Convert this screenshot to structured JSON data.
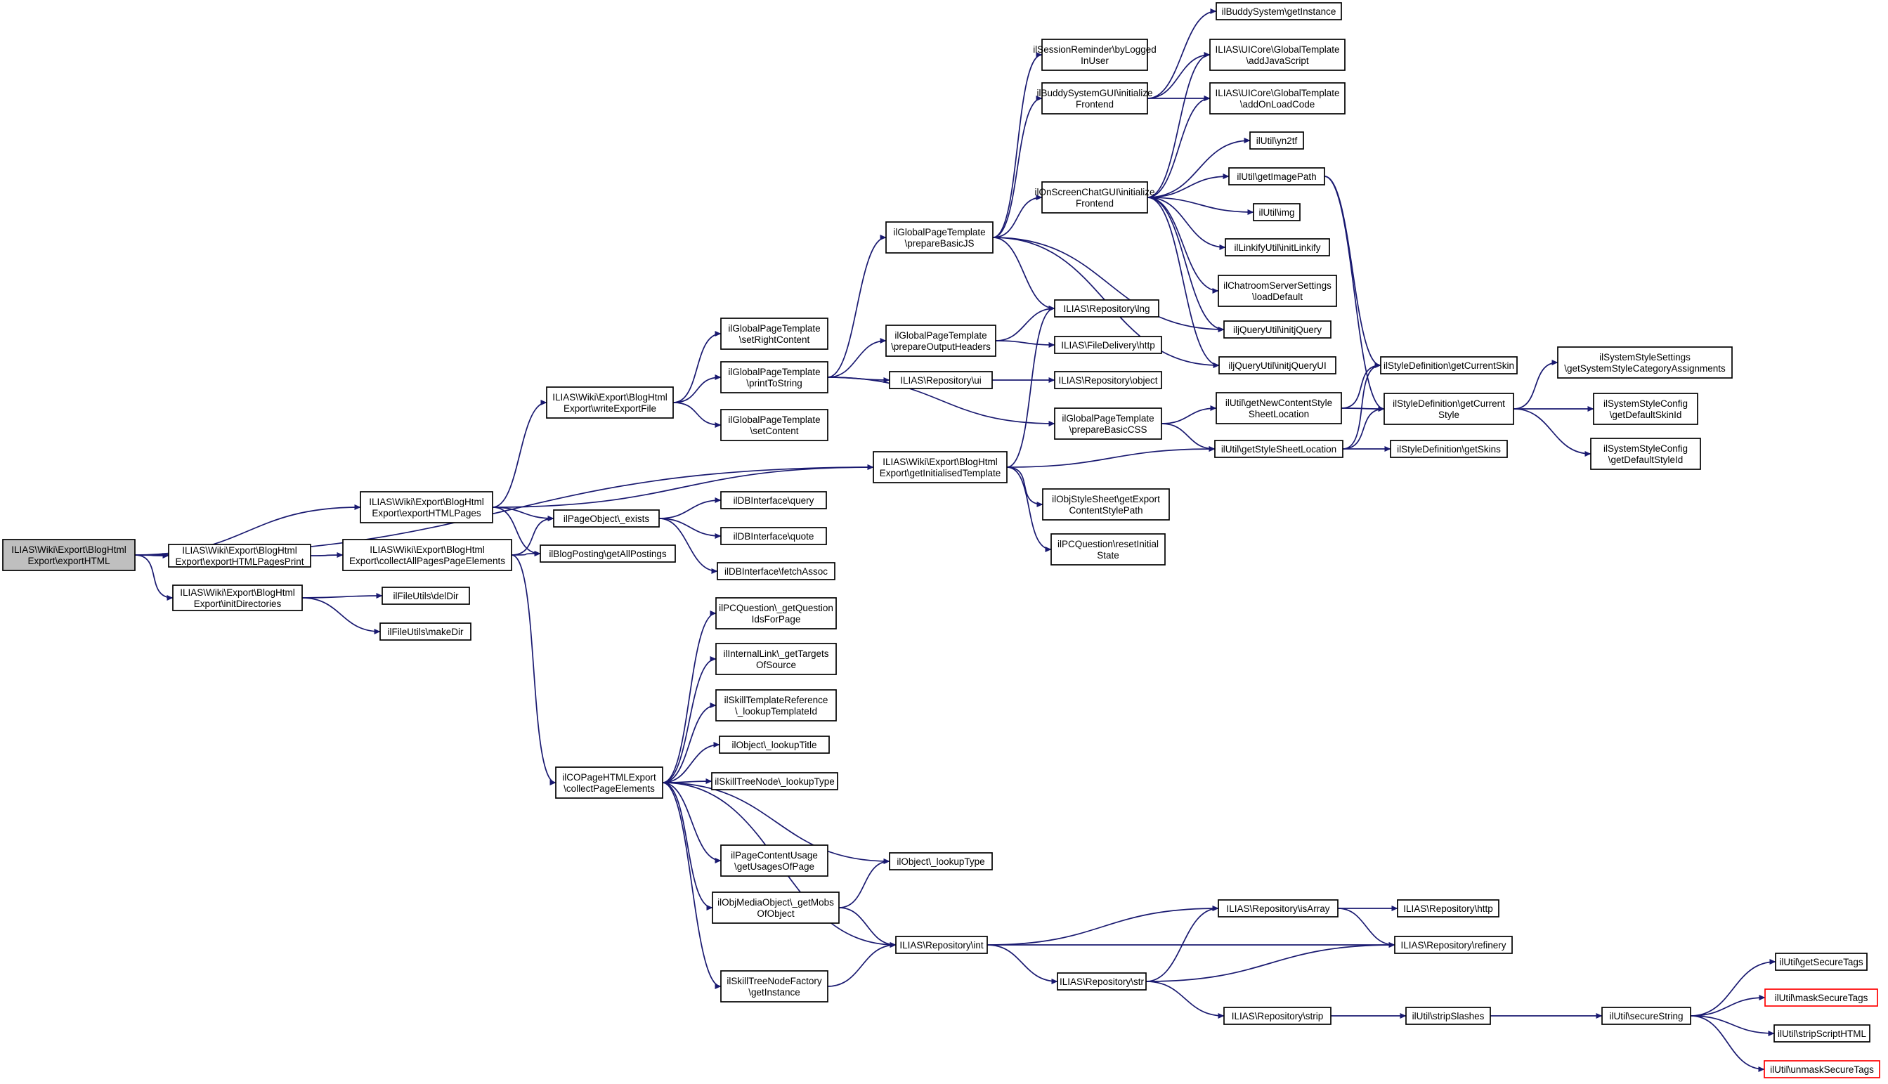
{
  "diagram": {
    "nodes": [
      {
        "id": "n0",
        "lines": [
          "ILIAS\\Wiki\\Export\\BlogHtml",
          "Export\\exportHTML"
        ],
        "style": "root"
      },
      {
        "id": "n1",
        "lines": [
          "ILIAS\\Wiki\\Export\\BlogHtml",
          "Export\\exportHTMLPages"
        ],
        "style": "normal"
      },
      {
        "id": "n2",
        "lines": [
          "ILIAS\\Wiki\\Export\\BlogHtml",
          "Export\\exportHTMLPagesPrint"
        ],
        "style": "normal"
      },
      {
        "id": "n3",
        "lines": [
          "ILIAS\\Wiki\\Export\\BlogHtml",
          "Export\\initDirectories"
        ],
        "style": "normal"
      },
      {
        "id": "n4",
        "lines": [
          "ILIAS\\Wiki\\Export\\BlogHtml",
          "Export\\collectAllPagesPageElements"
        ],
        "style": "normal"
      },
      {
        "id": "n5",
        "lines": [
          "ILIAS\\Wiki\\Export\\BlogHtml",
          "Export\\writeExportFile"
        ],
        "style": "normal"
      },
      {
        "id": "n6",
        "lines": [
          "ilFileUtils\\delDir"
        ],
        "style": "normal"
      },
      {
        "id": "n7",
        "lines": [
          "ilFileUtils\\makeDir"
        ],
        "style": "normal"
      },
      {
        "id": "n8",
        "lines": [
          "ilPageObject\\_exists"
        ],
        "style": "normal"
      },
      {
        "id": "n9",
        "lines": [
          "ilBlogPosting\\getAllPostings"
        ],
        "style": "normal"
      },
      {
        "id": "n10",
        "lines": [
          "ilCOPageHTMLExport",
          "\\collectPageElements"
        ],
        "style": "normal"
      },
      {
        "id": "n11",
        "lines": [
          "ilGlobalPageTemplate",
          "\\setRightContent"
        ],
        "style": "normal"
      },
      {
        "id": "n12",
        "lines": [
          "ilGlobalPageTemplate",
          "\\printToString"
        ],
        "style": "normal"
      },
      {
        "id": "n13",
        "lines": [
          "ilGlobalPageTemplate",
          "\\setContent"
        ],
        "style": "normal"
      },
      {
        "id": "n14",
        "lines": [
          "ilDBInterface\\query"
        ],
        "style": "normal"
      },
      {
        "id": "n15",
        "lines": [
          "ilDBInterface\\quote"
        ],
        "style": "normal"
      },
      {
        "id": "n16",
        "lines": [
          "ilDBInterface\\fetchAssoc"
        ],
        "style": "normal"
      },
      {
        "id": "n17",
        "lines": [
          "ilPCQuestion\\_getQuestion",
          "IdsForPage"
        ],
        "style": "normal"
      },
      {
        "id": "n18",
        "lines": [
          "ilInternalLink\\_getTargets",
          "OfSource"
        ],
        "style": "normal"
      },
      {
        "id": "n19",
        "lines": [
          "ilSkillTemplateReference",
          "\\_lookupTemplateId"
        ],
        "style": "normal"
      },
      {
        "id": "n20",
        "lines": [
          "ilObject\\_lookupTitle"
        ],
        "style": "normal"
      },
      {
        "id": "n21",
        "lines": [
          "ilSkillTreeNode\\_lookupType"
        ],
        "style": "normal"
      },
      {
        "id": "n22",
        "lines": [
          "ilPageContentUsage",
          "\\getUsagesOfPage"
        ],
        "style": "normal"
      },
      {
        "id": "n23",
        "lines": [
          "ilObjMediaObject\\_getMobs",
          "OfObject"
        ],
        "style": "normal"
      },
      {
        "id": "n24",
        "lines": [
          "ilSkillTreeNodeFactory",
          "\\getInstance"
        ],
        "style": "normal"
      },
      {
        "id": "n25",
        "lines": [
          "ilGlobalPageTemplate",
          "\\prepareBasicJS"
        ],
        "style": "normal"
      },
      {
        "id": "n26",
        "lines": [
          "ilGlobalPageTemplate",
          "\\prepareOutputHeaders"
        ],
        "style": "normal"
      },
      {
        "id": "n27",
        "lines": [
          "ILIAS\\Repository\\ui"
        ],
        "style": "normal"
      },
      {
        "id": "n28",
        "lines": [
          "ILIAS\\Wiki\\Export\\BlogHtml",
          "Export\\getInitialisedTemplate"
        ],
        "style": "normal"
      },
      {
        "id": "n29",
        "lines": [
          "ilObject\\_lookupType"
        ],
        "style": "normal"
      },
      {
        "id": "n30",
        "lines": [
          "ILIAS\\Repository\\int"
        ],
        "style": "normal"
      },
      {
        "id": "n31",
        "lines": [
          "ilSessionReminder\\byLogged",
          "InUser"
        ],
        "style": "normal"
      },
      {
        "id": "n32",
        "lines": [
          "ilBuddySystemGUI\\initialize",
          "Frontend"
        ],
        "style": "normal"
      },
      {
        "id": "n33",
        "lines": [
          "ilOnScreenChatGUI\\initialize",
          "Frontend"
        ],
        "style": "normal"
      },
      {
        "id": "n34",
        "lines": [
          "ILIAS\\Repository\\lng"
        ],
        "style": "normal"
      },
      {
        "id": "n35",
        "lines": [
          "ILIAS\\FileDelivery\\http"
        ],
        "style": "normal"
      },
      {
        "id": "n36",
        "lines": [
          "ILIAS\\Repository\\object"
        ],
        "style": "normal"
      },
      {
        "id": "n37",
        "lines": [
          "ilGlobalPageTemplate",
          "\\prepareBasicCSS"
        ],
        "style": "normal"
      },
      {
        "id": "n38",
        "lines": [
          "ilObjStyleSheet\\getExport",
          "ContentStylePath"
        ],
        "style": "normal"
      },
      {
        "id": "n39",
        "lines": [
          "ilPCQuestion\\resetInitial",
          "State"
        ],
        "style": "normal"
      },
      {
        "id": "n40",
        "lines": [
          "ILIAS\\Repository\\str"
        ],
        "style": "normal"
      },
      {
        "id": "n41",
        "lines": [
          "ilBuddySystem\\getInstance"
        ],
        "style": "normal"
      },
      {
        "id": "n42",
        "lines": [
          "ILIAS\\UICore\\GlobalTemplate",
          "\\addJavaScript"
        ],
        "style": "normal"
      },
      {
        "id": "n43",
        "lines": [
          "ILIAS\\UICore\\GlobalTemplate",
          "\\addOnLoadCode"
        ],
        "style": "normal"
      },
      {
        "id": "n44",
        "lines": [
          "ilUtil\\yn2tf"
        ],
        "style": "normal"
      },
      {
        "id": "n45",
        "lines": [
          "ilUtil\\getImagePath"
        ],
        "style": "normal"
      },
      {
        "id": "n46",
        "lines": [
          "ilUtil\\img"
        ],
        "style": "normal"
      },
      {
        "id": "n47",
        "lines": [
          "ilLinkifyUtil\\initLinkify"
        ],
        "style": "normal"
      },
      {
        "id": "n48",
        "lines": [
          "ilChatroomServerSettings",
          "\\loadDefault"
        ],
        "style": "normal"
      },
      {
        "id": "n49",
        "lines": [
          "iljQueryUtil\\initjQuery"
        ],
        "style": "normal"
      },
      {
        "id": "n50",
        "lines": [
          "iljQueryUtil\\initjQueryUI"
        ],
        "style": "normal"
      },
      {
        "id": "n51",
        "lines": [
          "ilUtil\\getNewContentStyle",
          "SheetLocation"
        ],
        "style": "normal"
      },
      {
        "id": "n52",
        "lines": [
          "ilUtil\\getStyleSheetLocation"
        ],
        "style": "normal"
      },
      {
        "id": "n53",
        "lines": [
          "ILIAS\\Repository\\isArray"
        ],
        "style": "normal"
      },
      {
        "id": "n54",
        "lines": [
          "ILIAS\\Repository\\strip"
        ],
        "style": "normal"
      },
      {
        "id": "n55",
        "lines": [
          "ilStyleDefinition\\getCurrentSkin"
        ],
        "style": "normal"
      },
      {
        "id": "n56",
        "lines": [
          "ilStyleDefinition\\getCurrent",
          "Style"
        ],
        "style": "normal"
      },
      {
        "id": "n57",
        "lines": [
          "ilStyleDefinition\\getSkins"
        ],
        "style": "normal"
      },
      {
        "id": "n58",
        "lines": [
          "ILIAS\\Repository\\http"
        ],
        "style": "normal"
      },
      {
        "id": "n59",
        "lines": [
          "ILIAS\\Repository\\refinery"
        ],
        "style": "normal"
      },
      {
        "id": "n60",
        "lines": [
          "ilUtil\\stripSlashes"
        ],
        "style": "normal"
      },
      {
        "id": "n61",
        "lines": [
          "ilSystemStyleSettings",
          "\\getSystemStyleCategoryAssignments"
        ],
        "style": "normal"
      },
      {
        "id": "n62",
        "lines": [
          "ilSystemStyleConfig",
          "\\getDefaultSkinId"
        ],
        "style": "normal"
      },
      {
        "id": "n63",
        "lines": [
          "ilSystemStyleConfig",
          "\\getDefaultStyleId"
        ],
        "style": "normal"
      },
      {
        "id": "n64",
        "lines": [
          "ilUtil\\secureString"
        ],
        "style": "normal"
      },
      {
        "id": "n65",
        "lines": [
          "ilUtil\\getSecureTags"
        ],
        "style": "normal"
      },
      {
        "id": "n66",
        "lines": [
          "ilUtil\\maskSecureTags"
        ],
        "style": "truncated"
      },
      {
        "id": "n67",
        "lines": [
          "ilUtil\\stripScriptHTML"
        ],
        "style": "normal"
      },
      {
        "id": "n68",
        "lines": [
          "ilUtil\\unmaskSecureTags"
        ],
        "style": "truncated"
      }
    ],
    "edges": [
      [
        "n0",
        "n1"
      ],
      [
        "n0",
        "n2"
      ],
      [
        "n0",
        "n3"
      ],
      [
        "n0",
        "n28"
      ],
      [
        "n1",
        "n5"
      ],
      [
        "n1",
        "n28"
      ],
      [
        "n1",
        "n8"
      ],
      [
        "n1",
        "n9"
      ],
      [
        "n2",
        "n4"
      ],
      [
        "n3",
        "n6"
      ],
      [
        "n3",
        "n7"
      ],
      [
        "n4",
        "n8"
      ],
      [
        "n4",
        "n9"
      ],
      [
        "n4",
        "n10"
      ],
      [
        "n5",
        "n11"
      ],
      [
        "n5",
        "n12"
      ],
      [
        "n5",
        "n13"
      ],
      [
        "n8",
        "n14"
      ],
      [
        "n8",
        "n15"
      ],
      [
        "n8",
        "n16"
      ],
      [
        "n10",
        "n17"
      ],
      [
        "n10",
        "n18"
      ],
      [
        "n10",
        "n19"
      ],
      [
        "n10",
        "n20"
      ],
      [
        "n10",
        "n21"
      ],
      [
        "n10",
        "n22"
      ],
      [
        "n10",
        "n23"
      ],
      [
        "n10",
        "n24"
      ],
      [
        "n10",
        "n29"
      ],
      [
        "n10",
        "n30"
      ],
      [
        "n12",
        "n25"
      ],
      [
        "n12",
        "n26"
      ],
      [
        "n12",
        "n27"
      ],
      [
        "n12",
        "n37"
      ],
      [
        "n23",
        "n29"
      ],
      [
        "n23",
        "n30"
      ],
      [
        "n24",
        "n30"
      ],
      [
        "n25",
        "n31"
      ],
      [
        "n25",
        "n32"
      ],
      [
        "n25",
        "n33"
      ],
      [
        "n25",
        "n34"
      ],
      [
        "n25",
        "n49"
      ],
      [
        "n25",
        "n50"
      ],
      [
        "n26",
        "n34"
      ],
      [
        "n26",
        "n35"
      ],
      [
        "n27",
        "n36"
      ],
      [
        "n28",
        "n34"
      ],
      [
        "n28",
        "n52"
      ],
      [
        "n28",
        "n38"
      ],
      [
        "n28",
        "n39"
      ],
      [
        "n30",
        "n53"
      ],
      [
        "n30",
        "n40"
      ],
      [
        "n30",
        "n59"
      ],
      [
        "n32",
        "n41"
      ],
      [
        "n32",
        "n42"
      ],
      [
        "n32",
        "n43"
      ],
      [
        "n33",
        "n42"
      ],
      [
        "n33",
        "n43"
      ],
      [
        "n33",
        "n44"
      ],
      [
        "n33",
        "n45"
      ],
      [
        "n33",
        "n46"
      ],
      [
        "n33",
        "n47"
      ],
      [
        "n33",
        "n48"
      ],
      [
        "n33",
        "n49"
      ],
      [
        "n33",
        "n50"
      ],
      [
        "n37",
        "n51"
      ],
      [
        "n37",
        "n52"
      ],
      [
        "n40",
        "n53"
      ],
      [
        "n40",
        "n59"
      ],
      [
        "n40",
        "n54"
      ],
      [
        "n45",
        "n55"
      ],
      [
        "n45",
        "n56"
      ],
      [
        "n51",
        "n55"
      ],
      [
        "n51",
        "n56"
      ],
      [
        "n52",
        "n55"
      ],
      [
        "n52",
        "n56"
      ],
      [
        "n52",
        "n57"
      ],
      [
        "n53",
        "n58"
      ],
      [
        "n53",
        "n59"
      ],
      [
        "n54",
        "n60"
      ],
      [
        "n56",
        "n61"
      ],
      [
        "n56",
        "n62"
      ],
      [
        "n56",
        "n63"
      ],
      [
        "n60",
        "n64"
      ],
      [
        "n64",
        "n65"
      ],
      [
        "n64",
        "n66"
      ],
      [
        "n64",
        "n67"
      ],
      [
        "n64",
        "n68"
      ]
    ]
  }
}
